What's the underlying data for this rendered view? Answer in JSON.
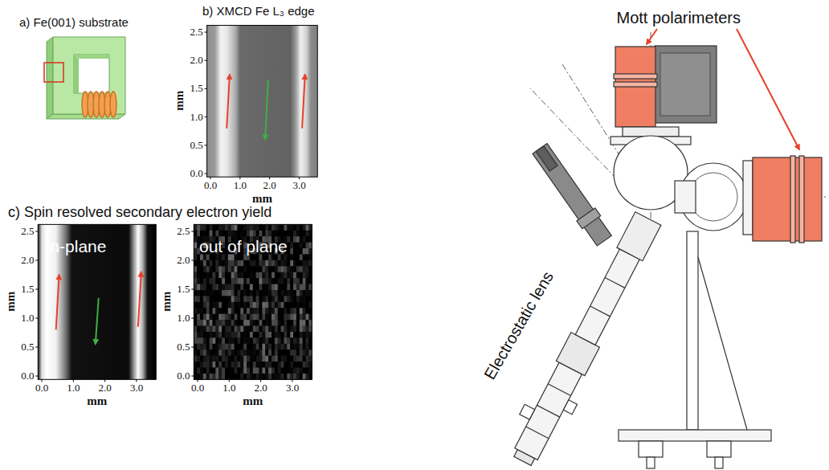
{
  "diagram": {
    "labels": [
      "a) Fe(001) substrate",
      "b) XMCD Fe L₃ edge",
      "0.0",
      "0.5",
      "1.0",
      "1.5",
      "2.0",
      "2.5",
      "0.0",
      "1.0",
      "2.0",
      "3.0",
      "mm",
      "mm",
      "c) Spin resolved secondary electron yield",
      "in-plane",
      "0.0",
      "0.5",
      "1.0",
      "1.5",
      "2.0",
      "2.5",
      "0.0",
      "1.0",
      "2.0",
      "3.0",
      "mm",
      "mm",
      "out of plane",
      "0.0",
      "0.5",
      "1.0",
      "1.5",
      "2.0",
      "2.5",
      "0.0",
      "1.0",
      "2.0",
      "3.0",
      "mm",
      "mm",
      "Mott polarimeters",
      "Electrostatic lens"
    ]
  }
}
